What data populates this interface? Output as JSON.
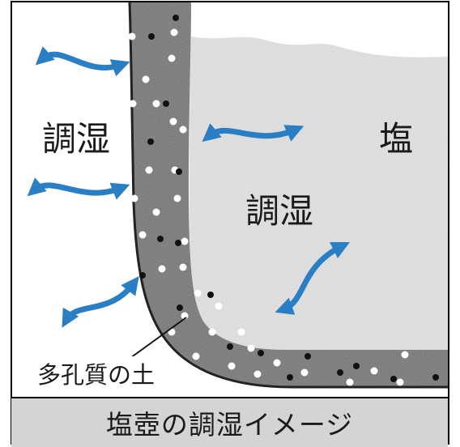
{
  "labels": {
    "outer": "調湿",
    "salt": "塩",
    "inner": "調湿",
    "soil": "多孔質の土"
  },
  "caption": "塩壺の調湿イメージ",
  "colors": {
    "arrow": "#2a7fc4",
    "wall": "#6e6e6e",
    "salt": "#e6e6e6",
    "caption_bg": "#d4d4d4"
  }
}
